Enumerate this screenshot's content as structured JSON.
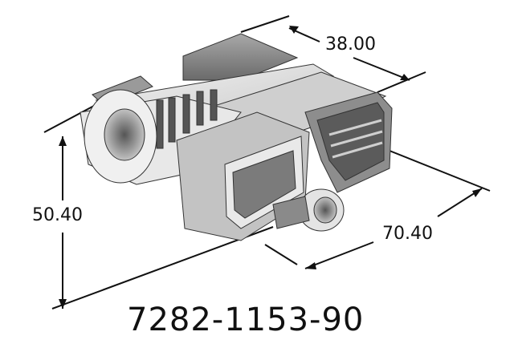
{
  "drawing": {
    "subject": "connector-housing-isometric",
    "colors": {
      "body_light": "#e6e6e6",
      "body_mid": "#bdbdbd",
      "body_dark": "#6f6f6f",
      "line": "#111111"
    }
  },
  "dimensions": {
    "width": "38.00",
    "height": "50.40",
    "length": "70.40"
  },
  "part_number": "7282-1153-90"
}
